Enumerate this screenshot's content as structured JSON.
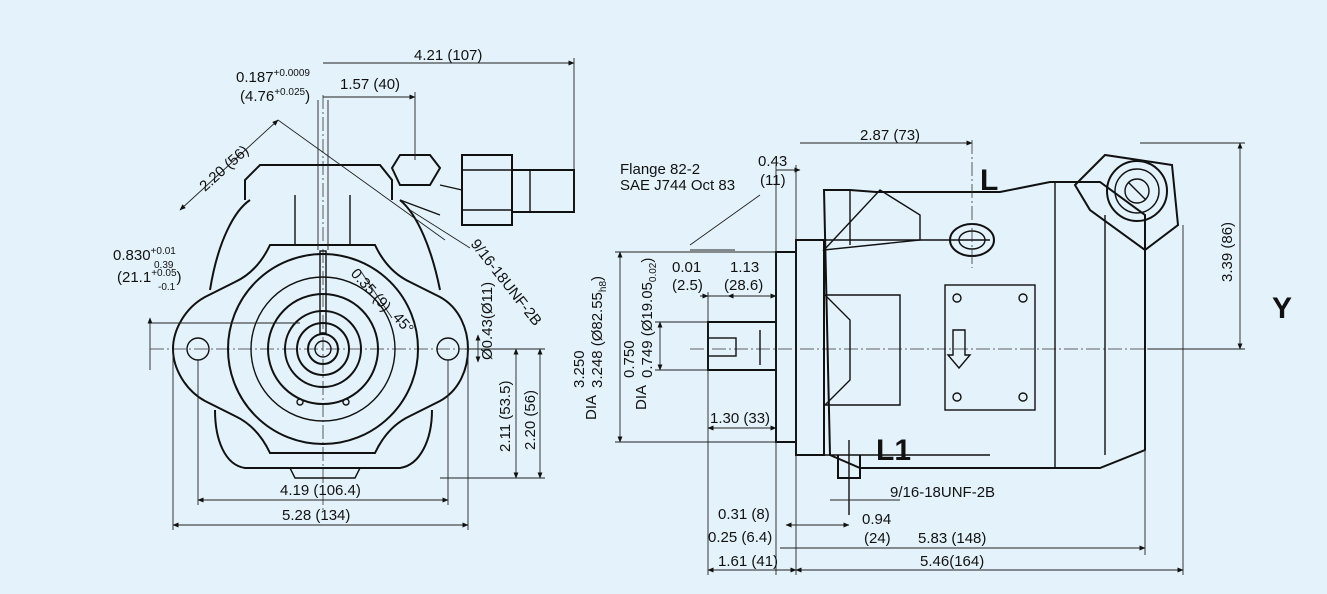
{
  "front_view": {
    "dim_overall_depth": "4.21 (107)",
    "dim_keyway_in": "0.187",
    "dim_keyway_in_tol": "+0.0009",
    "dim_keyway_mm": "(4.76",
    "dim_keyway_mm_tol": "+0.025",
    "dim_keyway_mm_close": ")",
    "dim_port_offset": "1.57 (40)",
    "dim_diagonal": "2.20 (56)",
    "dim_shaft_height_in": "0.830",
    "dim_shaft_height_in_tol_upper": "+0.01",
    "dim_shaft_height_in_tol_lower": "0.39",
    "dim_shaft_height_mm": "(21.1",
    "dim_shaft_height_mm_tol_upper": "+0.05",
    "dim_shaft_height_mm_tol_lower": "-0.1",
    "dim_shaft_height_mm_close": ")",
    "dim_port_thread": "9/16-18UNF-2B",
    "dim_radius": "0.35 (9)",
    "dim_angle": "45°",
    "dim_hole_dia": "Ø0.43(Ø11)",
    "dim_height_a": "2.11 (53.5)",
    "dim_height_b": "2.20 (56)",
    "dim_mount_width": "4.19 (106.4)",
    "dim_overall_width": "5.28 (134)"
  },
  "side_view": {
    "flange_line1": "Flange 82-2",
    "flange_line2": "SAE J744 Oct 83",
    "dim_flange_thk": "0.43",
    "dim_flange_thk_mm": "(11)",
    "dim_port_pos": "2.87 (73)",
    "port_L": "L",
    "port_L1": "L1",
    "dim_height": "3.39 (86)",
    "label_Y": "Y",
    "dim_pilot_prefix": "DIA",
    "dim_pilot_max": "3.250",
    "dim_pilot_min": "3.248 (Ø82.55",
    "dim_pilot_tol": "h8",
    "dim_pilot_close": ")",
    "dim_shaft_prefix": "DIA",
    "dim_shaft_max": "0.750",
    "dim_shaft_min": "0.749 (Ø19.05",
    "dim_shaft_tol": "0.02",
    "dim_shaft_close": ")",
    "dim_runout": "0.01",
    "dim_runout_mm": "(2.5)",
    "dim_key_len": "1.13",
    "dim_key_len_mm": "(28.6)",
    "dim_shaft_len": "1.30 (33)",
    "dim_drain_thread": "9/16-18UNF-2B",
    "dim_a": "0.31 (8)",
    "dim_b": "0.25 (6.4)",
    "dim_c": "0.94",
    "dim_c_mm": "(24)",
    "dim_body_len": "5.83 (148)",
    "dim_shaft_ext": "1.61 (41)",
    "dim_total_len": "5.46(164)"
  }
}
